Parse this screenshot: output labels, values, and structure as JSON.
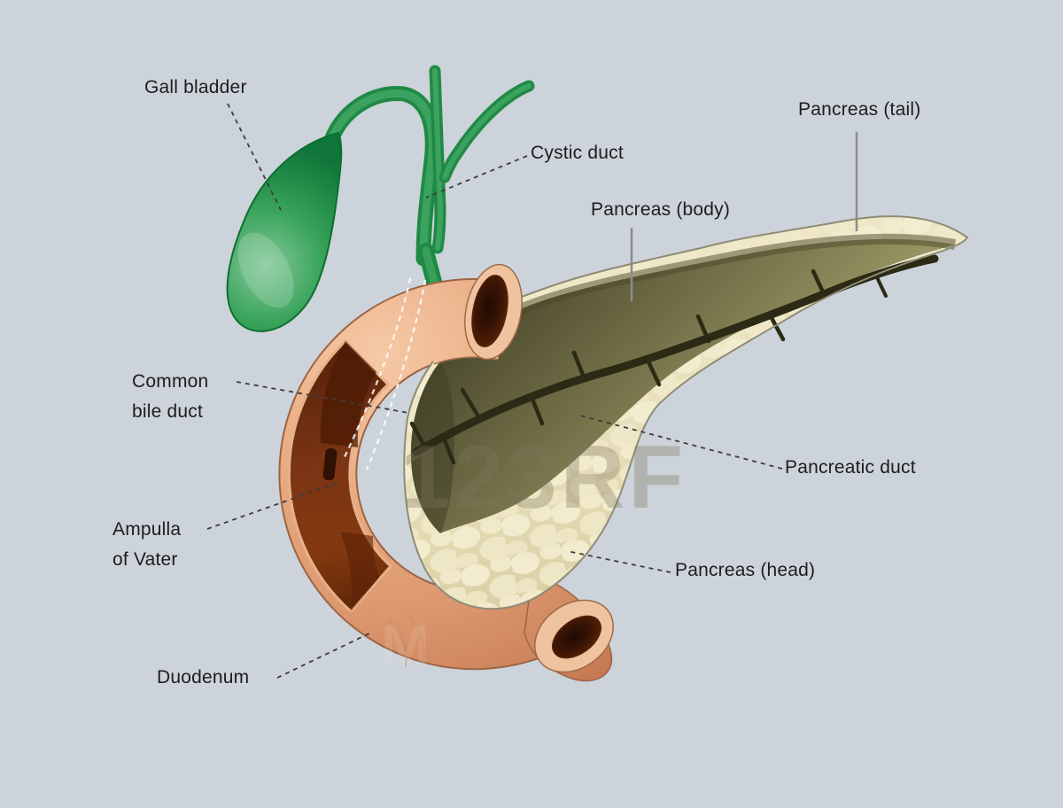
{
  "figure": {
    "watermark": "123RF",
    "watermark_fragment": "M",
    "labels": {
      "gall_bladder": "Gall bladder",
      "cystic_duct": "Cystic duct",
      "pancreas_tail": "Pancreas (tail)",
      "pancreas_body": "Pancreas (body)",
      "common_bile_duct": "Common\nbile duct",
      "pancreatic_duct": "Pancreatic duct",
      "ampulla_of_vater": "Ampulla\nof Vater",
      "pancreas_head": "Pancreas (head)",
      "duodenum": "Duodenum"
    }
  },
  "palette": {
    "background": "#ccd3da",
    "label_text": "#1d1d1d",
    "leader_dashed": "#3c3c3c",
    "leader_solid": "#8c8c8c",
    "gall_bladder_green": "#3aa45b",
    "gall_bladder_green_dark": "#10753a",
    "duct_green": "#1f8a44",
    "duodenum_salmon": "#e8ab82",
    "duodenum_shadow": "#c77d55",
    "duodenum_cut_rim": "#f0c3a0",
    "duodenum_lumen": "#3c1504",
    "interior_maroon": "#7b3514",
    "pancreas_cream": "#e7dfba",
    "pancreas_lobule": "#f4eed2",
    "cut_surface_olive": "#6f6c45",
    "pancreatic_duct_dark": "#2b2a15",
    "hidden_duct_dash": "#ffffff"
  }
}
